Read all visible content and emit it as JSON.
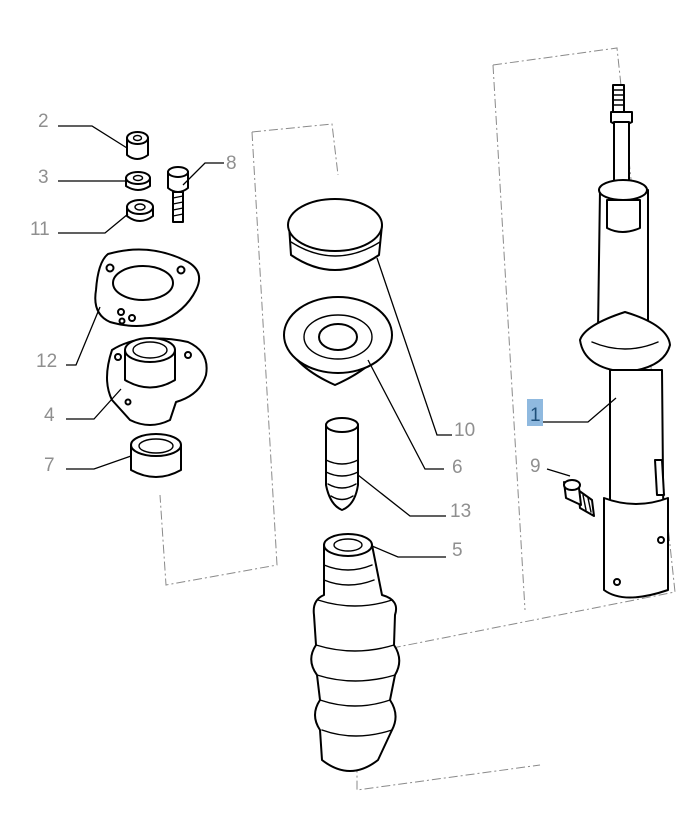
{
  "diagram": {
    "highlight_color": "#8fb9df",
    "callouts": {
      "c1": "1",
      "c2": "2",
      "c3": "3",
      "c4": "4",
      "c5": "5",
      "c6": "6",
      "c7": "7",
      "c8": "8",
      "c9": "9",
      "c10": "10",
      "c11": "11",
      "c12": "12",
      "c13": "13"
    },
    "selected_callout": "1"
  }
}
